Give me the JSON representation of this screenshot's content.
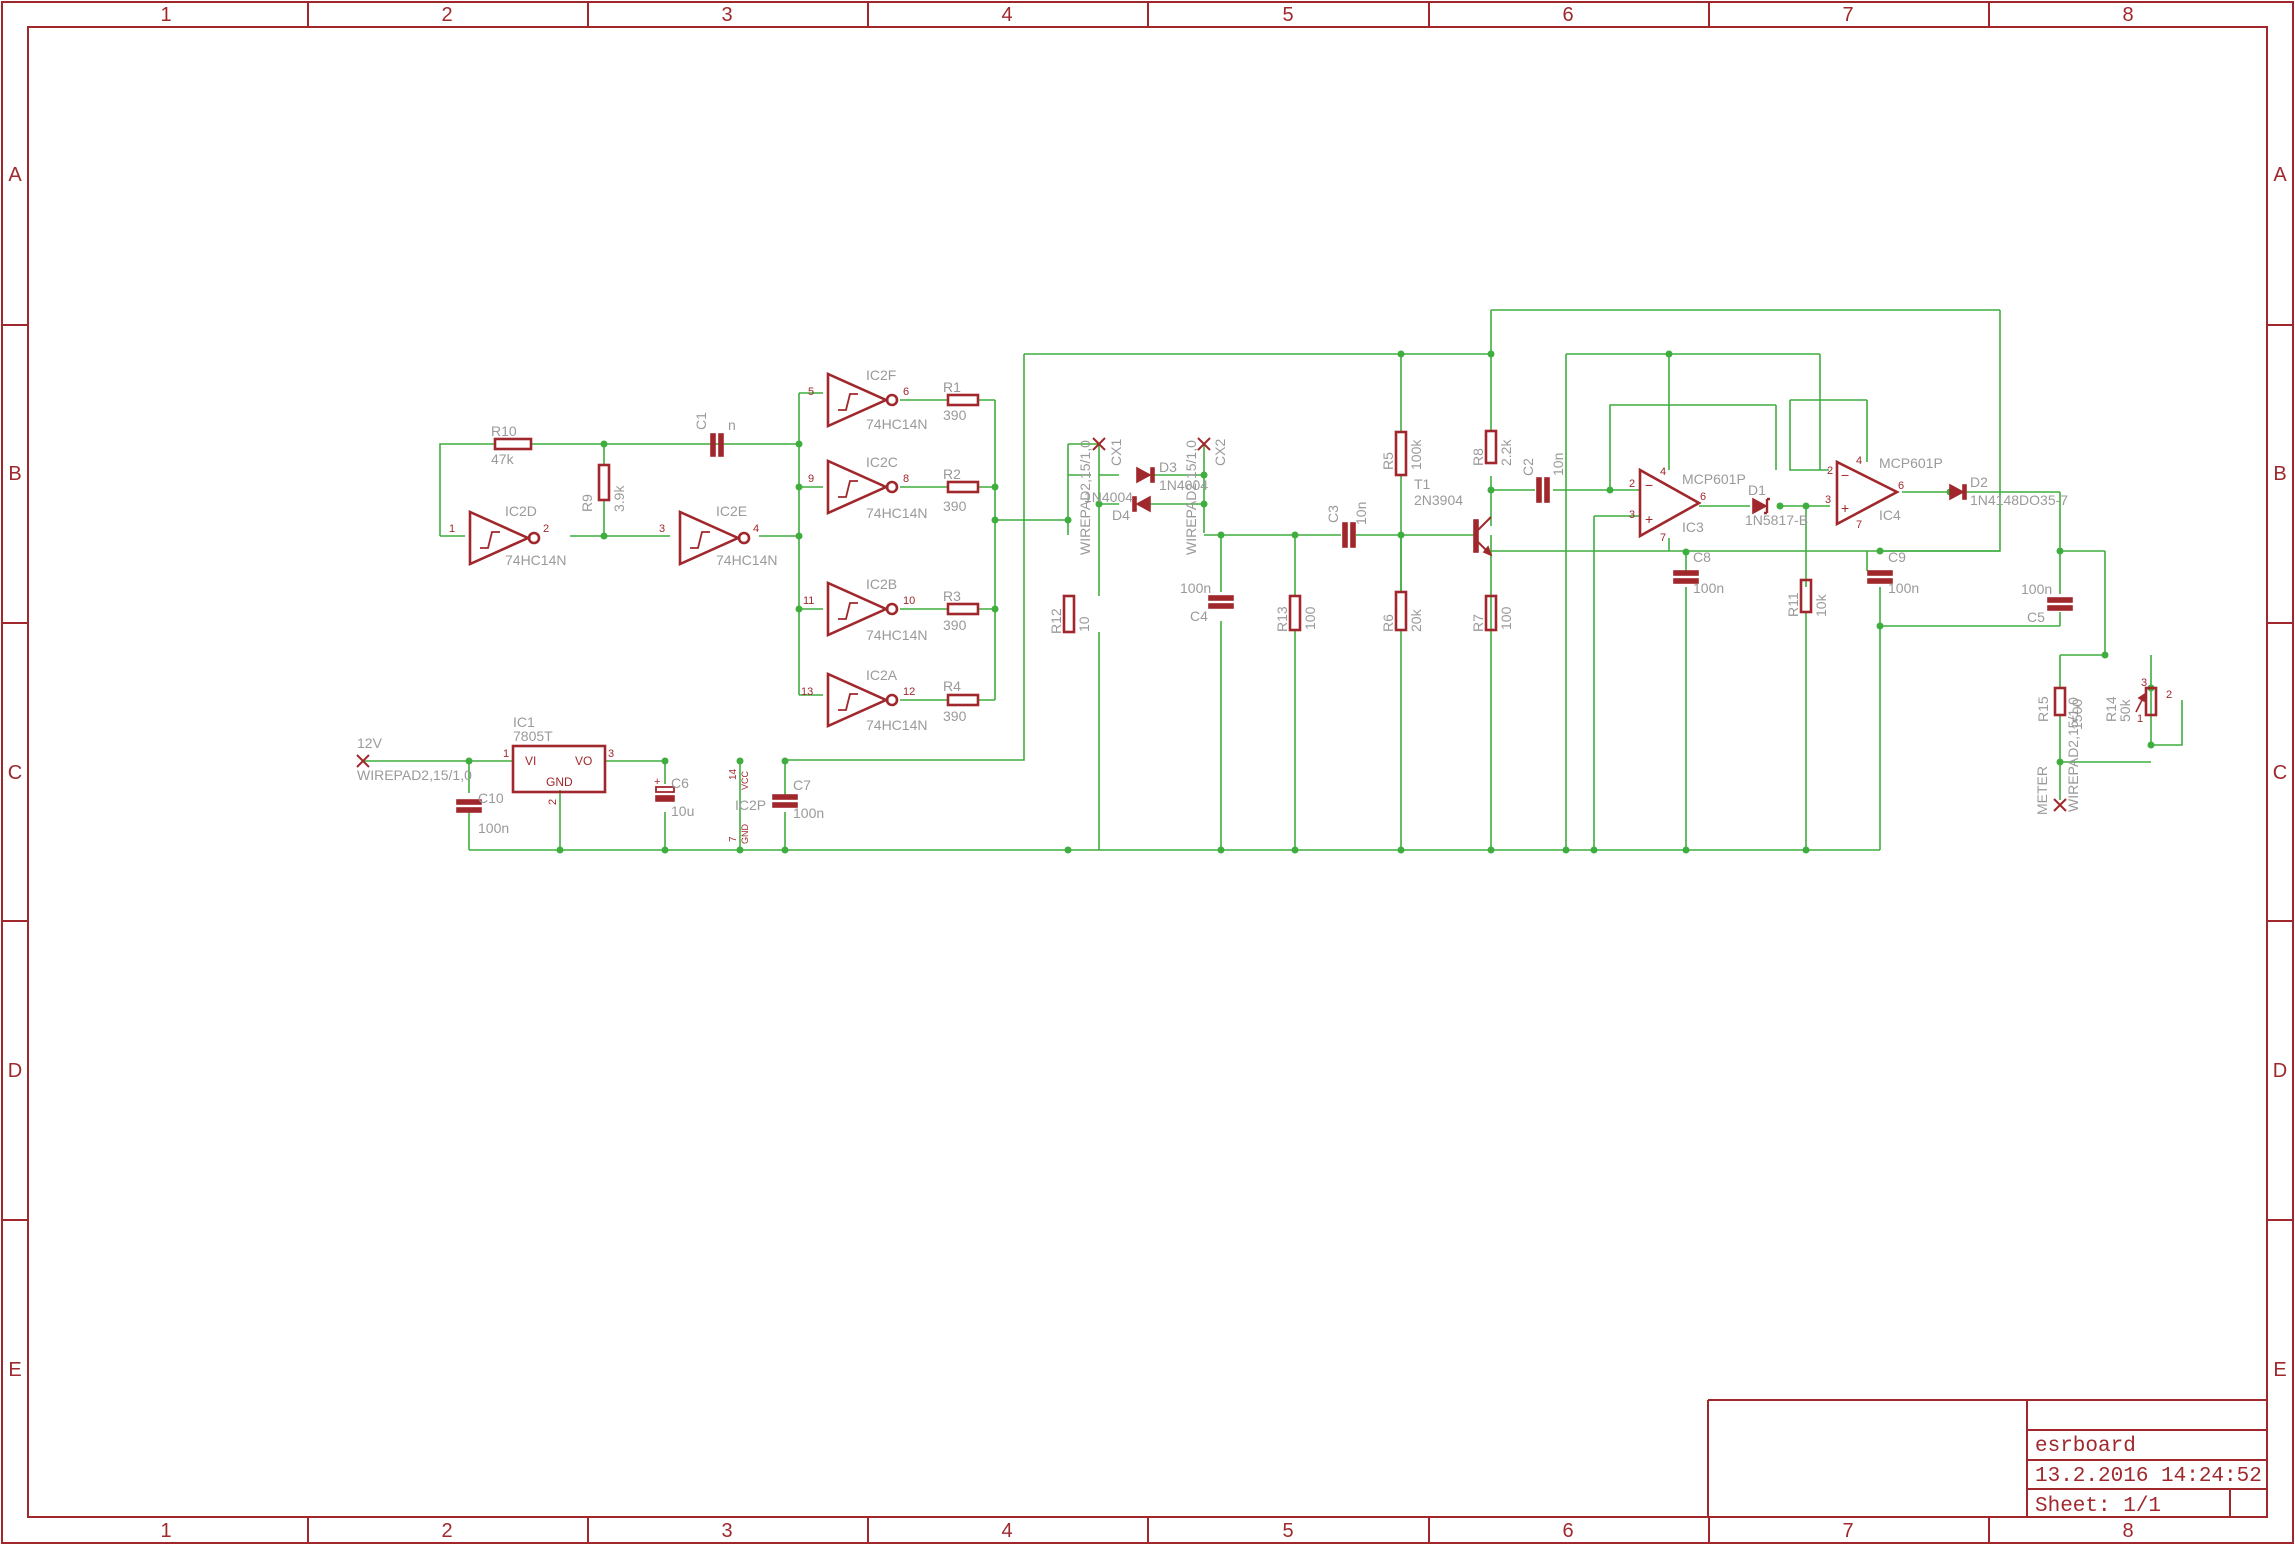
{
  "frame": {
    "columns": [
      "1",
      "2",
      "3",
      "4",
      "5",
      "6",
      "7",
      "8"
    ],
    "rows": [
      "A",
      "B",
      "C",
      "D",
      "E"
    ]
  },
  "title_block": {
    "board": "esrboard",
    "datetime": "13.2.2016 14:24:52",
    "sheet": "Sheet: 1/1"
  },
  "parts": {
    "R10": {
      "name": "R10",
      "value": "47k"
    },
    "R9": {
      "name": "R9",
      "value": "3.9k"
    },
    "C1": {
      "name": "C1",
      "value": "n"
    },
    "IC2D": {
      "name": "IC2D",
      "value": "74HC14N",
      "pin_in": "1",
      "pin_out": "2"
    },
    "IC2E": {
      "name": "IC2E",
      "value": "74HC14N",
      "pin_in": "3",
      "pin_out": "4"
    },
    "IC2F": {
      "name": "IC2F",
      "value": "74HC14N",
      "pin_in": "5",
      "pin_out": "6"
    },
    "IC2C": {
      "name": "IC2C",
      "value": "74HC14N",
      "pin_in": "9",
      "pin_out": "8"
    },
    "IC2B": {
      "name": "IC2B",
      "value": "74HC14N",
      "pin_in": "11",
      "pin_out": "10"
    },
    "IC2A": {
      "name": "IC2A",
      "value": "74HC14N",
      "pin_in": "13",
      "pin_out": "12"
    },
    "R1": {
      "name": "R1",
      "value": "390"
    },
    "R2": {
      "name": "R2",
      "value": "390"
    },
    "R3": {
      "name": "R3",
      "value": "390"
    },
    "R4": {
      "name": "R4",
      "value": "390"
    },
    "IC1": {
      "name": "IC1",
      "value": "7805T",
      "vi": "VI",
      "vo": "VO",
      "gnd": "GND",
      "p1": "1",
      "p2": "2",
      "p3": "3"
    },
    "C10": {
      "name": "C10",
      "value": "100n"
    },
    "C6": {
      "name": "C6",
      "value": "10u"
    },
    "C7": {
      "name": "C7",
      "value": "100n"
    },
    "IC2P": {
      "name": "IC2P",
      "vcc": "VCC",
      "gnd": "GND",
      "p14": "14",
      "p7": "7"
    },
    "J12V": {
      "name": "12V",
      "value": "WIREPAD2,15/1,0"
    },
    "CX1": {
      "name": "CX1",
      "value": "WIREPAD2,15/1,0"
    },
    "CX2": {
      "name": "CX2",
      "value": "WIREPAD2,15/1,0"
    },
    "D3": {
      "name": "D3",
      "value": "1N4004"
    },
    "D4": {
      "name": "D4",
      "value": "1N4004"
    },
    "R12": {
      "name": "R12",
      "value": "10"
    },
    "C4": {
      "name": "C4",
      "value": "100n"
    },
    "R13": {
      "name": "R13",
      "value": "100"
    },
    "C3": {
      "name": "C3",
      "value": "10n"
    },
    "R5": {
      "name": "R5",
      "value": "100k"
    },
    "R6": {
      "name": "R6",
      "value": "20k"
    },
    "T1": {
      "name": "T1",
      "value": "2N3904"
    },
    "R8": {
      "name": "R8",
      "value": "2.2k"
    },
    "R7": {
      "name": "R7",
      "value": "100"
    },
    "C2": {
      "name": "C2",
      "value": "10n"
    },
    "IC3": {
      "name": "IC3",
      "value": "MCP601P",
      "p2": "2",
      "p3": "3",
      "p4": "4",
      "p6": "6",
      "p7": "7"
    },
    "IC4": {
      "name": "IC4",
      "value": "MCP601P",
      "p2": "2",
      "p3": "3",
      "p4": "4",
      "p6": "6",
      "p7": "7"
    },
    "C8": {
      "name": "C8",
      "value": "100n"
    },
    "C9": {
      "name": "C9",
      "value": "100n"
    },
    "D1": {
      "name": "D1",
      "value": "1N5817-B"
    },
    "R11": {
      "name": "R11",
      "value": "10k"
    },
    "D2": {
      "name": "D2",
      "value": "1N4148DO35-7"
    },
    "C5": {
      "name": "C5",
      "value": "100n"
    },
    "R15": {
      "name": "R15",
      "value": "1500"
    },
    "R14": {
      "name": "R14",
      "value": "50k",
      "p1": "1",
      "p2": "2",
      "p3": "3"
    },
    "METER": {
      "name": "METER",
      "value": "WIREPAD2,15/1,0"
    }
  },
  "opamp_signs": {
    "minus": "−",
    "plus": "+"
  }
}
